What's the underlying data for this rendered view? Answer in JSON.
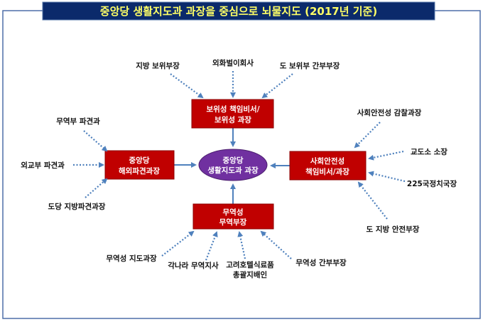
{
  "title": "중앙당 생활지도과 과장을 중심으로 뇌물지도 (2017년 기준)",
  "colors": {
    "title_bg": "#0b2a6b",
    "title_text": "#ffff66",
    "box": "#c00000",
    "center": "#7030a0",
    "arrow": "#4f81bd"
  },
  "center": {
    "line1": "중앙당",
    "line2": "생활지도과 과장"
  },
  "boxes": {
    "top": {
      "line1": "보위성 책임비서/",
      "line2": "보위성 과장"
    },
    "left": {
      "line1": "중앙당",
      "line2": "해외파견과장"
    },
    "right": {
      "line1": "사회안전성",
      "line2": "책임비서/과장"
    },
    "bottom": {
      "line1": "무역성",
      "line2": "무역부장"
    }
  },
  "sources": {
    "top": [
      "지방 보위부장",
      "외화벌이회사",
      "도 보위부 간부부장"
    ],
    "left": [
      "무역부 파견과",
      "외교부 파견과",
      "도당 지방파견과장"
    ],
    "right": [
      "사회안전성 감찰과장",
      "교도소 소장",
      "225국정치국장",
      "도 지방 안전부장"
    ],
    "bottom": [
      "무역성 지도과장",
      "각나라 무역지사",
      "고려호텔식료품",
      "총괄지배인",
      "무역성 간부부장"
    ]
  }
}
